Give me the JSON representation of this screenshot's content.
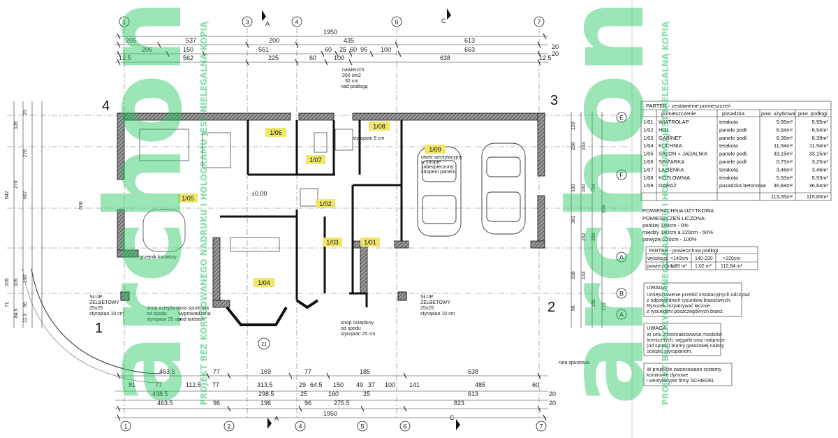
{
  "axes_top": [
    "1",
    "3",
    "4",
    "6",
    "7"
  ],
  "axes_bottom": [
    "1",
    "2",
    "4",
    "5",
    "6",
    "7"
  ],
  "axis_rows": [
    "E",
    "F",
    "A",
    "B",
    "A"
  ],
  "section_markers": {
    "a": "A",
    "c": "C"
  },
  "dims_top": {
    "overall": "1950",
    "row1": [
      "205",
      "537",
      "200",
      "435",
      "613",
      "20"
    ],
    "row2": [
      "206",
      "150",
      "551",
      "60",
      "25",
      "60",
      "95",
      "100",
      "663",
      "20"
    ],
    "row3": [
      "12.5",
      "562",
      "225",
      "60",
      "100",
      "638",
      "12.5"
    ]
  },
  "dims_bottom": {
    "overall": "1950",
    "row1": [
      "463.5",
      "77",
      "169",
      "77",
      "185",
      "638"
    ],
    "row2": [
      "81",
      "77",
      "112.5",
      "77",
      "313.5",
      "29",
      "64.5",
      "150",
      "49",
      "37",
      "100",
      "141",
      "485",
      "60"
    ],
    "row3": [
      "438.5",
      "298.5",
      "25",
      "160",
      "25",
      "613",
      "20"
    ],
    "row4": [
      "463.5",
      "96",
      "196",
      "96",
      "275.5",
      "823",
      "20"
    ]
  },
  "dims_left": [
    "126",
    "642",
    "667",
    "270",
    "606",
    "105",
    "105",
    "71",
    "84.5",
    "96",
    "12.5",
    "276",
    "130",
    "25"
  ],
  "dims_right": [
    "126",
    "258",
    "233",
    "704",
    "958",
    "160",
    "160",
    "381",
    "252",
    "356",
    "158",
    "133",
    "96",
    "158",
    "170"
  ],
  "corners": [
    "1",
    "2",
    "3",
    "4"
  ],
  "rooms_tags": [
    "1/05",
    "1/06",
    "1/07",
    "1/08",
    "1/09",
    "1/02",
    "1/03",
    "1/04",
    "1/01"
  ],
  "notes": {
    "nad_podloga": [
      "nawierzch",
      "200 cm2",
      "30 cm",
      "nad podłogą"
    ],
    "styropian": "styropian 5 cm",
    "slup_left": [
      "SŁUP",
      "ŻELBETOWY",
      "25x25",
      "styropian 10 cm"
    ],
    "slup_right": [
      "SŁUP",
      "ŻELBETOWY",
      "25x25",
      "styropian 10 cm"
    ],
    "strop1": [
      "strop ocieplony",
      "od spodu",
      "styropian 25 cm"
    ],
    "strop2": [
      "strop ocieplony",
      "od spodu",
      "styropian 25 cm"
    ],
    "rura": [
      "rura spustowa",
      "wyprowadzona",
      "pod tarasem"
    ],
    "rura2": "rura spustowa",
    "grzejnik": "grzejnik konatory",
    "otwor": [
      "otwór wentylacyjny",
      "w stropie",
      "zabezpieczony",
      "stropem parteru"
    ],
    "r21": "21",
    "pm000": "±0.00"
  },
  "watermark": {
    "main": "archon",
    "vertical": "PROJEKT BEZ KORYGOWANEGO NADRUKU I HOLOGRAMU JEST NIELEGALNĄ KOPIĄ"
  },
  "rooms_table": {
    "title": "PARTER - zestawienie pomieszczeń",
    "headers": [
      "",
      "pomieszczenie",
      "posadzka",
      "pow. użytkowa",
      "pow. podłogi"
    ],
    "rows": [
      [
        "1/01",
        "WIATROŁAP",
        "terakota",
        "5,95m²",
        "5,95m²"
      ],
      [
        "1/02",
        "HOL",
        "panele podł.",
        "6,94m²",
        "6,94m²"
      ],
      [
        "1/03",
        "GABINET",
        "panele podł.",
        "8,39m²",
        "8,39m²"
      ],
      [
        "1/04",
        "KUCHNIA",
        "terakota",
        "11,94m²",
        "11,94m²"
      ],
      [
        "1/05",
        "SALON + JADALNIA",
        "panele podł.",
        "33,15m²",
        "33,15m²"
      ],
      [
        "1/06",
        "SPIŻARKA",
        "panele podł.",
        "0,75m²",
        "3,25m²"
      ],
      [
        "1/07",
        "ŁAZIENKA",
        "terakota",
        "3,46m²",
        "3,46m²"
      ],
      [
        "1/08",
        "KOTŁOWNIA",
        "terakota",
        "5,93m²",
        "5,93m²"
      ],
      [
        "1/09",
        "GARAŻ",
        "posadzka betonowa",
        "36,84m²",
        "36,84m²"
      ]
    ],
    "totals": [
      "113,35m²",
      "115,85m²"
    ]
  },
  "usable_area": {
    "title": "POWIERZCHNIA UŻYTKOWA",
    "subtitle": "POMIESZCZEŃ LICZONA:",
    "lines": [
      "poniżej 140cm - 0%",
      "między 140cm a 220cm - 50%",
      "powyżej 220cm - 100%"
    ]
  },
  "floor_area_table": {
    "title": "PARTER - powierzchnia podłogi",
    "headers": [
      "wysokość",
      "<140cm",
      "140-220",
      ">220cm"
    ],
    "row": [
      "powierzchnia",
      "1,99 m²",
      "1,02 m²",
      "112,84 m²"
    ]
  },
  "notes_box1": {
    "title": "UWAGA:",
    "lines": [
      "Umiejscowienie przebić instalacyjnych odczytać",
      "z odpowiednich rysunków branżowych.",
      "Rysunek rozpatrywać łącznie",
      "z rysunkami poszczególnych branż."
    ]
  },
  "notes_box2": {
    "title": "UWAGA:",
    "lines": [
      "W celu zminimalizowania mostków",
      "termicznych, węgarki oraz nadproże",
      "(od spodu) bramy garażowej należy",
      "ocieplić styropianem."
    ]
  },
  "notes_box3": {
    "title": "",
    "lines": [
      "W projekcie zastosowano systemy",
      "kominowe dymowe",
      "i wentylacyjne firmy SCHIEDEL"
    ]
  }
}
